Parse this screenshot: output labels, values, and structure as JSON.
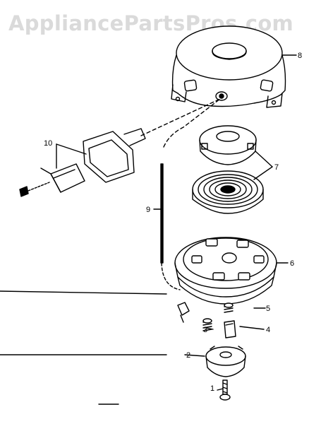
{
  "watermark": "AppliancePartsPros.com",
  "callouts": {
    "c1": "1",
    "c2": "2",
    "c3": "3",
    "c4": "4",
    "c5": "5",
    "c6": "6",
    "c7": "7",
    "c8": "8",
    "c9": "9",
    "c10": "10"
  },
  "colors": {
    "ink": "#000000",
    "watermark": "#dadada",
    "paper": "#ffffff"
  }
}
